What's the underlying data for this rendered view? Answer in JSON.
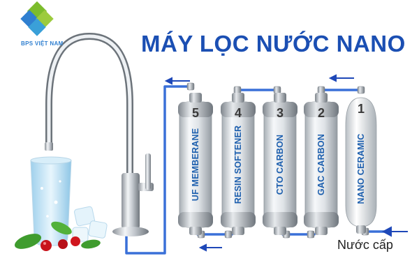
{
  "brand": {
    "name": "BPS VIỆT NAM",
    "logo_letters": "BPS"
  },
  "title": "MÁY LỌC NƯỚC NANO",
  "source_label": "Nước cấp",
  "filters": [
    {
      "number": "1",
      "name": "NANO CERAMIC"
    },
    {
      "number": "2",
      "name": "GAC CARBON"
    },
    {
      "number": "3",
      "name": "CTO CARBON"
    },
    {
      "number": "4",
      "name": "RESIN SOFTENER"
    },
    {
      "number": "5",
      "name": "UF MEMBERANE"
    }
  ],
  "colors": {
    "title": "#1b4fb3",
    "pipe": "#3a70d8",
    "label": "#1d5fae",
    "logo_green": "#7cbc2c",
    "logo_blue": "#2f7fd0"
  },
  "icons": [
    "faucet-icon",
    "water-glass-icon",
    "flow-arrow-icon"
  ]
}
